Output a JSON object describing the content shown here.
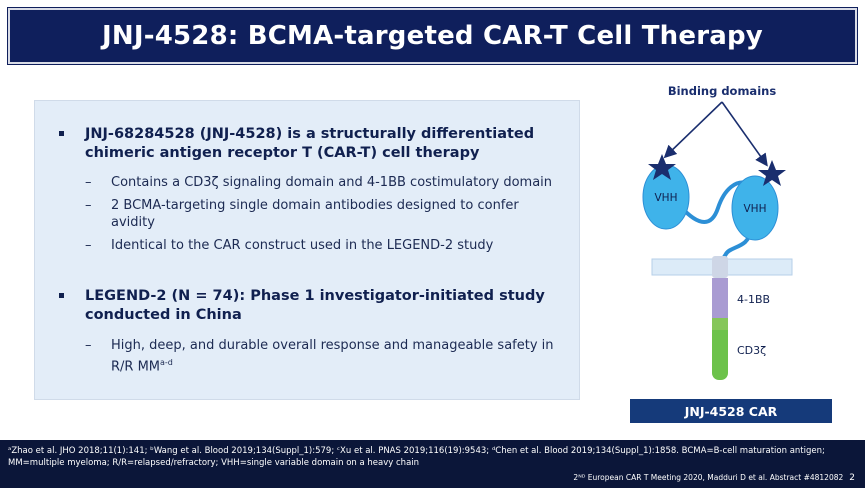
{
  "title": "JNJ-4528: BCMA-targeted CAR-T Cell Therapy",
  "bullets": [
    {
      "line1": "JNJ-68284528 (JNJ-4528) is a structurally differentiated",
      "line2": "chimeric antigen receptor T (CAR-T) cell therapy",
      "subs": [
        {
          "line1": "Contains a CD3ζ signaling domain and 4-1BB costimulatory domain"
        },
        {
          "line1": "2 BCMA-targeting single domain antibodies designed to confer",
          "line2": "avidity"
        },
        {
          "line1": "Identical to the CAR construct used in the LEGEND-2 study"
        }
      ]
    },
    {
      "line1": "LEGEND-2 (N = 74): Phase 1 investigator-initiated study",
      "line2": "conducted in China",
      "subs": [
        {
          "line1": "High, deep, and durable overall response and manageable safety in",
          "line2": "R/R MM",
          "sup": "a-d"
        }
      ]
    }
  ],
  "diagram": {
    "binding_label": "Binding domains",
    "vhh_left": "VHH",
    "vhh_right": "VHH",
    "domain_4_1bb": "4-1BB",
    "domain_cd3z": "CD3ζ",
    "construct_label": "JNJ-4528 CAR",
    "colors": {
      "vhh": "#3fb3ea",
      "star": "#1a2e6e",
      "hinge": "#2c8fd6",
      "membrane": "#dcebf8",
      "costim": "#a99bd2",
      "cd3z": "#6cc24a"
    }
  },
  "footer": {
    "line1": "ᵃZhao et al. JHO 2018;11(1):141; ᵇWang et al. Blood 2019;134(Suppl_1):579; ᶜXu et al. PNAS 2019;116(19):9543; ᵈChen et al. Blood 2019;134(Suppl_1):1858. BCMA=B-cell maturation antigen;",
    "line2": "MM=multiple myeloma; R/R=relapsed/refractory; VHH=single variable domain on a heavy chain",
    "citation": "2ᴺᴰ European CAR T Meeting 2020, Madduri D et al. Abstract #4812082",
    "page": "2"
  }
}
